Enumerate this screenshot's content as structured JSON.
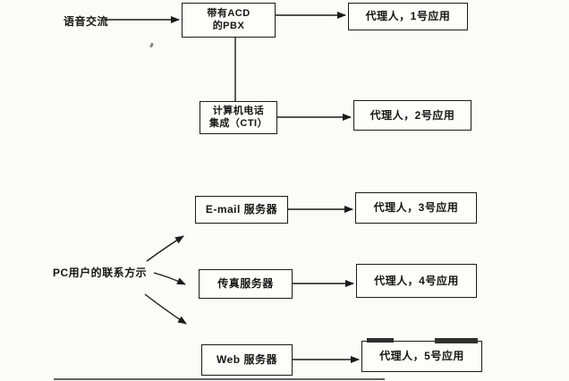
{
  "colors": {
    "ink": "#1a1a1a",
    "paper": "#fbfbf9"
  },
  "diagram": {
    "sources": {
      "voice": "语音交流",
      "pc": "PC用户的联系方示"
    },
    "nodes": {
      "pbx": {
        "line1": "带有ACD",
        "line2": "的PBX"
      },
      "cti": {
        "line1": "计算机电话",
        "line2": "集成（CTI）"
      },
      "email": "E-mail 服务器",
      "fax": "传真服务器",
      "web": "Web 服务器",
      "agent1": "代理人，1号应用",
      "agent2": "代理人，2号应用",
      "agent3": "代理人，3号应用",
      "agent4": "代理人，4号应用",
      "agent5": "代理人，5号应用"
    },
    "connections": [
      {
        "from": "voice",
        "to": "pbx",
        "arrow": true
      },
      {
        "from": "pbx",
        "to": "agent1",
        "arrow": true
      },
      {
        "from": "pbx",
        "to": "cti",
        "arrow": false
      },
      {
        "from": "cti",
        "to": "agent2",
        "arrow": true
      },
      {
        "from": "email",
        "to": "agent3",
        "arrow": true
      },
      {
        "from": "fax",
        "to": "agent4",
        "arrow": true
      },
      {
        "from": "web",
        "to": "agent5",
        "arrow": true
      },
      {
        "from": "pc",
        "to": "email",
        "arrow": true
      },
      {
        "from": "pc",
        "to": "fax",
        "arrow": true
      },
      {
        "from": "pc",
        "to": "web",
        "arrow": true
      }
    ]
  }
}
